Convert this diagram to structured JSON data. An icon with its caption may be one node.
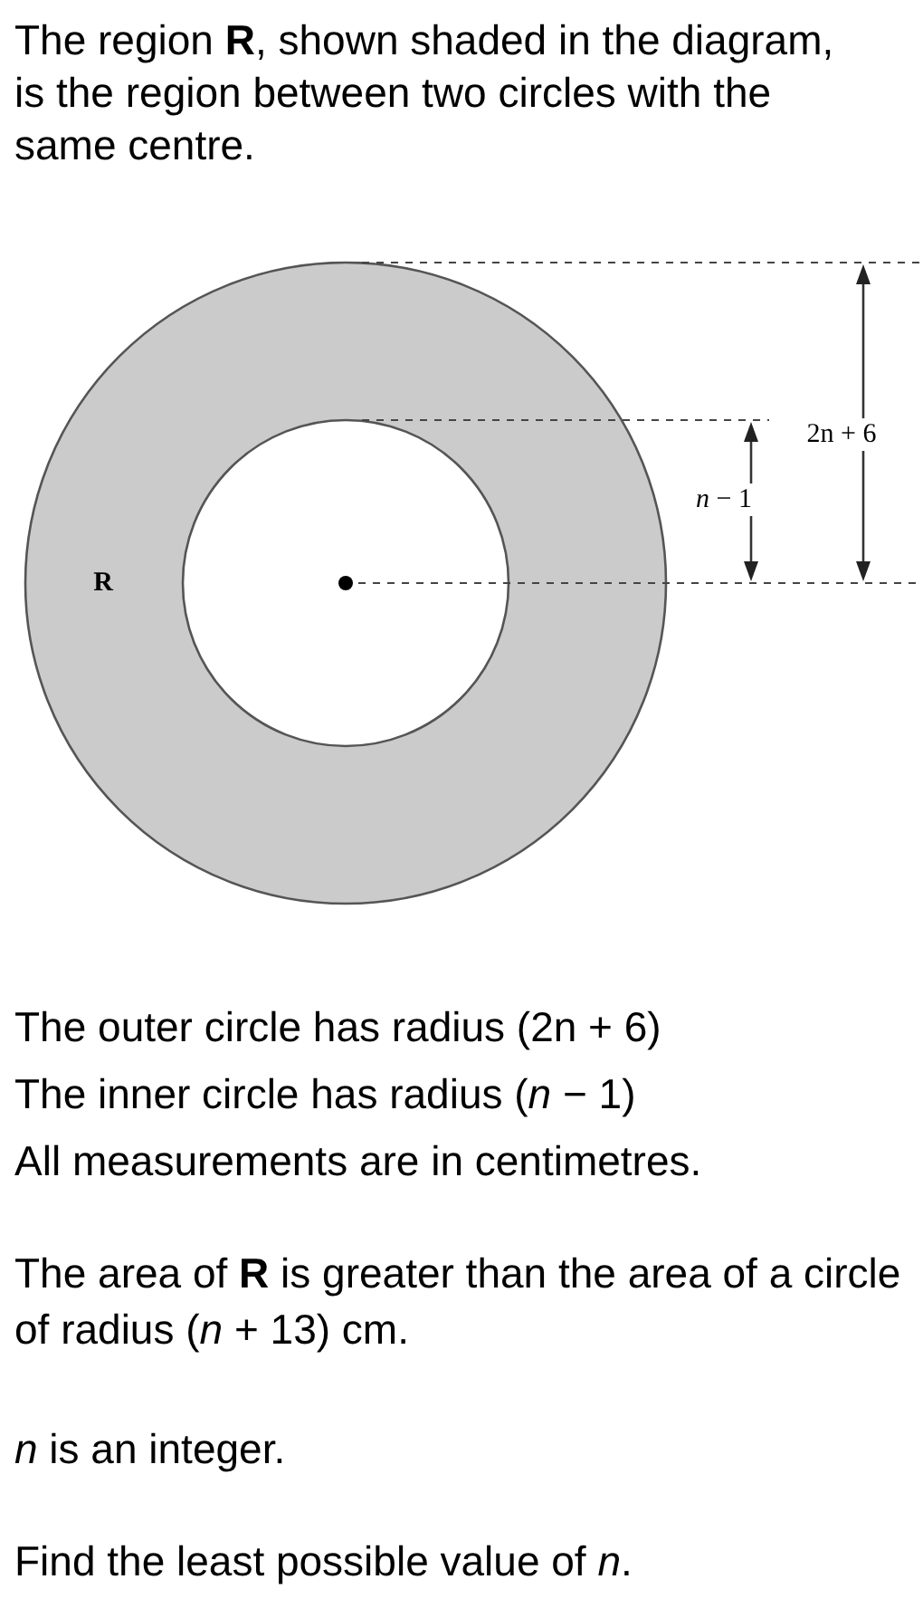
{
  "diagram": {
    "title": "The region **R**, shown shaded in the diagram, is the region between two circles with the same centre.",
    "labels": [
      "2n + 6",
      "*n* − 1",
      "R",
      "The outer circle has radius (2n + 6)",
      "The inner circle has radius (*n* − 1)",
      "All measurements are in centimetres.",
      "The area of **R** is greater than the area of a circle of radius (*n* + 13) cm.",
      "*n* is an integer.",
      "Find the least possible value of *n*."
    ]
  }
}
